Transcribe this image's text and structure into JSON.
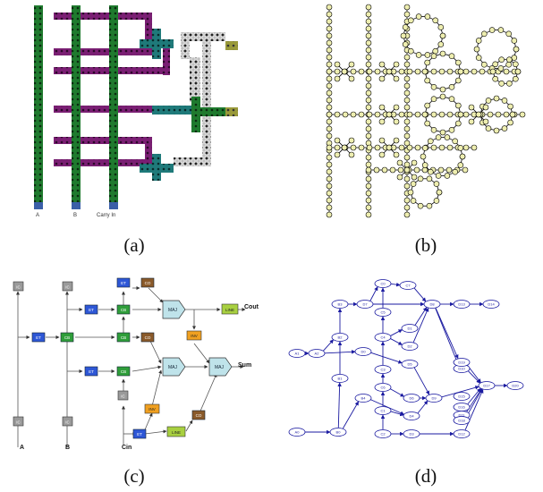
{
  "captions": {
    "a": "(a)",
    "b": "(b)",
    "c": "(c)",
    "d": "(d)"
  },
  "panel_a": {
    "input_labels": [
      "A",
      "B",
      "Carry In"
    ],
    "colors": {
      "input_wire": "#1f7a2e",
      "crossover": "#7a1f73",
      "branch": "#1f7a7a",
      "buffer": "#d9d9d9",
      "output": "#8a8a2a",
      "io_cell": "#3b5fa8"
    }
  },
  "panel_b": {
    "colors": {
      "node_fill": "#eeeeb0",
      "edge": "#000000"
    }
  },
  "panel_c": {
    "labels": {
      "ic": "IC",
      "et": "ET",
      "cb": "CB",
      "co": "CO",
      "maj": "MAJ",
      "inv": "INV",
      "line": "LINE",
      "cout": "Cout",
      "sum": "Sum",
      "in_a": "A",
      "in_b": "B",
      "in_cin": "Cin"
    },
    "colors": {
      "ic": "#9a9a9a",
      "et": "#2e57d6",
      "cb": "#2f9e3a",
      "co": "#8a5a2a",
      "maj": "#bfe3ea",
      "inv": "#f0a020",
      "line": "#a8d040"
    }
  },
  "panel_d": {
    "nodes": {
      "a0": "A0",
      "a1": "A1",
      "a2": "A2",
      "b0": "B0",
      "b1": "B1",
      "b2": "B2",
      "b3": "B3",
      "b4": "B4",
      "c0": "C0",
      "c1": "C1",
      "c2": "C2",
      "c3": "C3",
      "c4": "C4",
      "c5": "C5",
      "c6": "C6",
      "c7": "C7",
      "d0": "D0",
      "d1": "D1",
      "d2": "D2",
      "d3": "D3",
      "d4": "D4",
      "d5": "D5",
      "d6": "D6",
      "d7": "D7",
      "d8": "D8",
      "d9": "D9",
      "d10": "D10",
      "d11": "D11",
      "d12": "D12",
      "d13": "D13",
      "d14": "D14",
      "d15": "D15",
      "d16": "D16",
      "d17": "D17",
      "d18": "D18",
      "d19": "D19",
      "d20": "D20"
    },
    "colors": {
      "node_stroke": "#1a1aa0",
      "edge": "#1a1aa0"
    }
  }
}
